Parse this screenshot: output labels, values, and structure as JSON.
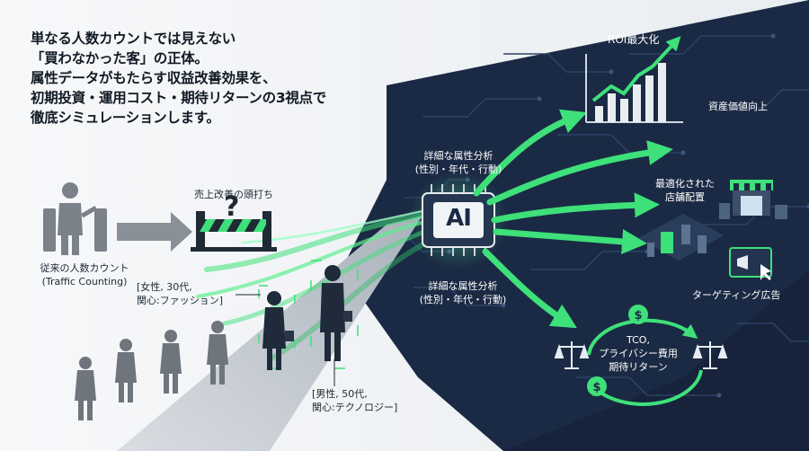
{
  "headline": [
    "単なる人数カウントでは見えない",
    "「買わなかった客」の正体。",
    "属性データがもたらす収益改善効果を、",
    "初期投資・運用コスト・期待リターンの3視点で",
    "徹底シミュレーションします。"
  ],
  "traffic_counting": {
    "line1": "従来の人数カウント",
    "line2": "(Traffic Counting)"
  },
  "blocker_caption": "売上改善の頭打ち",
  "ai_chip_label": "AI",
  "attribute_top": {
    "line1": "詳細な属性分析",
    "line2": "(性別・年代・行動)"
  },
  "attribute_mid": {
    "line1": "詳細な属性分析",
    "line2": "(性別・年代・行動)"
  },
  "person_female": {
    "line1": "[女性, 30代,",
    "line2": "関心:ファッション]"
  },
  "person_male": {
    "line1": "[男性, 50代,",
    "line2": "関心:テクノロジー]"
  },
  "outcomes": {
    "roi": "ROI最大化",
    "asset_value": "資産価値向上",
    "store_layout_line1": "最適化された",
    "store_layout_line2": "店舗配置",
    "targeting": "ターゲティング広告",
    "cycle_line1": "TCO,",
    "cycle_line2": "プライバシー費用",
    "cycle_line3": "期待リターン"
  },
  "colors": {
    "navy": "#1b2a44",
    "green": "#3ee07a",
    "green_dark": "#2a9e58",
    "gray": "#7a8189"
  }
}
